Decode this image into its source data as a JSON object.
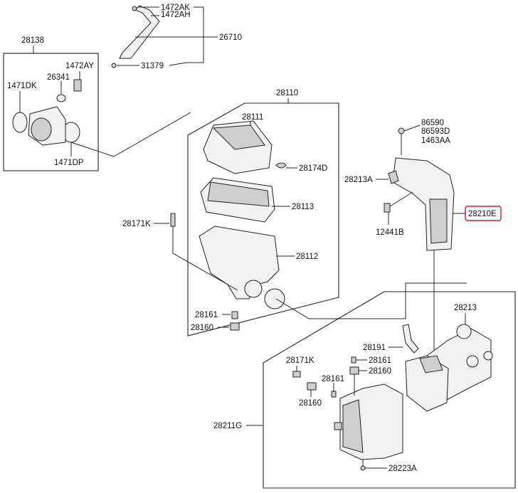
{
  "labels": {
    "p1472AK": "1472AK",
    "p1472AH": "1472AH",
    "p26710": "26710",
    "p31379": "31379",
    "p28138": "28138",
    "p1472AY": "1472AY",
    "p26341": "26341",
    "p1471DK": "1471DK",
    "p1471DP": "1471DP",
    "p28110": "28110",
    "p28111": "28111",
    "p28174D": "28174D",
    "p28113": "28113",
    "p28171K_top": "28171K",
    "p28112": "28112",
    "p28161_top": "28161",
    "p28160_top": "28160",
    "p86590": "86590",
    "p86593D": "86593D",
    "p1463AA": "1463AA",
    "p28213A": "28213A",
    "p28210E": "28210E",
    "p12441B": "12441B",
    "p28213": "28213",
    "p28191": "28191",
    "p28171K_bot": "28171K",
    "p28161_bot_right": "28161",
    "p28160_bot_right": "28160",
    "p28161_bot_left": "28161",
    "p28160_bot_left": "28160",
    "p28211G": "28211G",
    "p28223A": "28223A"
  },
  "highlight": {
    "part": "p28210E",
    "color": "#c0282d"
  }
}
